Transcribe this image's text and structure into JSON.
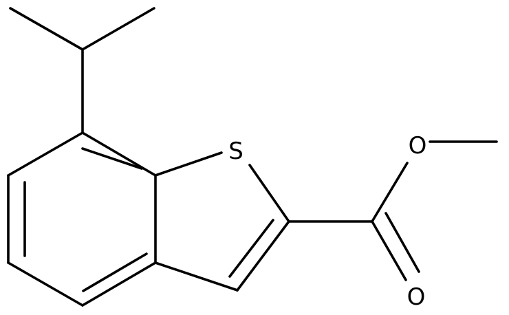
{
  "atoms": {
    "sulfur": "S",
    "ester_oxygen": "O",
    "carbonyl_oxygen": "O"
  },
  "colors": {
    "bond": "#000000",
    "label": "#000000",
    "background": "#ffffff"
  }
}
